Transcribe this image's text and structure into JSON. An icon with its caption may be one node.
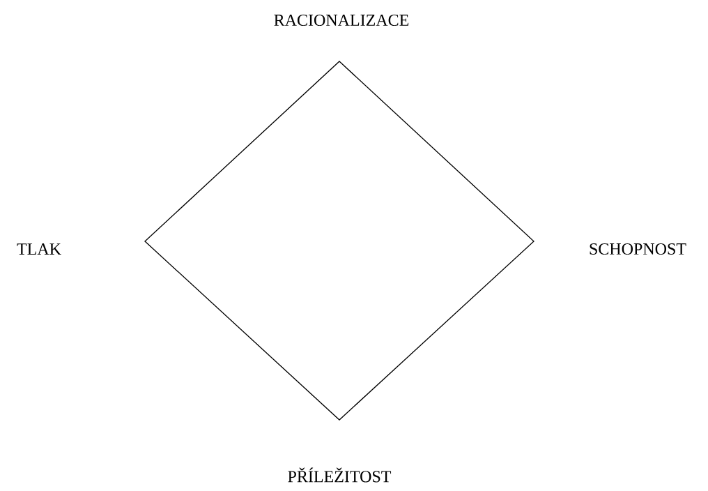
{
  "diagram": {
    "labels": [
      "RACIONALIZACE",
      "TLAK",
      "SCHOPNOST",
      "PŘÍLEŽITOST"
    ]
  }
}
